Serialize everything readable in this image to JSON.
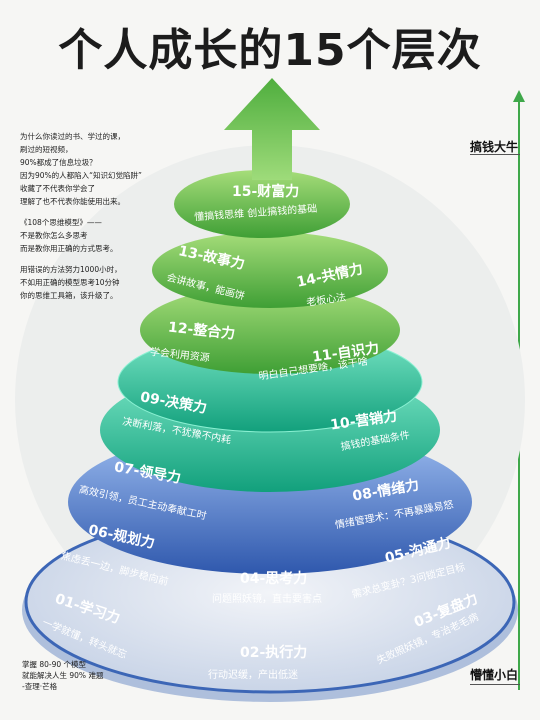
{
  "title": "个人成长的15个层次",
  "intro": {
    "p1": "为什么你读过的书、学过的课，\n刷过的短视频，\n90%都成了信息垃圾？\n因为90%的人都陷入“知识幻觉陷阱”\n收藏了不代表你学会了\n理解了也不代表你能使用出来。",
    "p2": "《108个思维模型》——\n不是教你怎么多思考\n而是教你用正确的方式思考。",
    "p3": "用错误的方法努力1000小时，\n不如用正确的模型思考10分钟\n你的思维工具箱，该升级了。"
  },
  "footer": "掌握 80-90 个模型\n就能解决人生 90% 难题\n-查理·芒格",
  "axis": {
    "top_label": "搞钱大牛",
    "bottom_label": "懵懂小白"
  },
  "colors": {
    "green_dark": "#3f9f35",
    "green_light": "#8fd36a",
    "teal_dark": "#17a883",
    "teal_light": "#6ee0bd",
    "blue_dark": "#2f58ad",
    "blue_light": "#8ab1e8",
    "base_light": "#e9edf4",
    "base_dark": "#b9c7e0"
  },
  "levels": [
    {
      "id": "01",
      "name": "01-学习力",
      "desc": "一学就懂，转头就忘"
    },
    {
      "id": "02",
      "name": "02-执行力",
      "desc": "行动迟缓，产出低迷"
    },
    {
      "id": "03",
      "name": "03-复盘力",
      "desc": "失败照妖镜，专治老毛病"
    },
    {
      "id": "04",
      "name": "04-思考力",
      "desc": "问题照妖镜，直击要害点"
    },
    {
      "id": "05",
      "name": "05-沟通力",
      "desc": "需求总变卦？3问锁定目标"
    },
    {
      "id": "06",
      "name": "06-规划力",
      "desc": "焦虑丢一边，脚步稳向前"
    },
    {
      "id": "07",
      "name": "07-领导力",
      "desc": "高效引领，员工主动奉献工时"
    },
    {
      "id": "08",
      "name": "08-情绪力",
      "desc": "情绪管理术：不再暴躁易怒"
    },
    {
      "id": "09",
      "name": "09-决策力",
      "desc": "决断利落，不犹豫不内耗"
    },
    {
      "id": "10",
      "name": "10-营销力",
      "desc": "搞钱的基础条件"
    },
    {
      "id": "11",
      "name": "11-自识力",
      "desc": "明白自己想要啥，该干啥"
    },
    {
      "id": "12",
      "name": "12-整合力",
      "desc": "学会利用资源"
    },
    {
      "id": "13",
      "name": "13-故事力",
      "desc": "会讲故事，能画饼"
    },
    {
      "id": "14",
      "name": "14-共情力",
      "desc": "老板心法"
    },
    {
      "id": "15",
      "name": "15-财富力",
      "desc": "懂搞钱思维 创业搞钱的基础"
    }
  ]
}
